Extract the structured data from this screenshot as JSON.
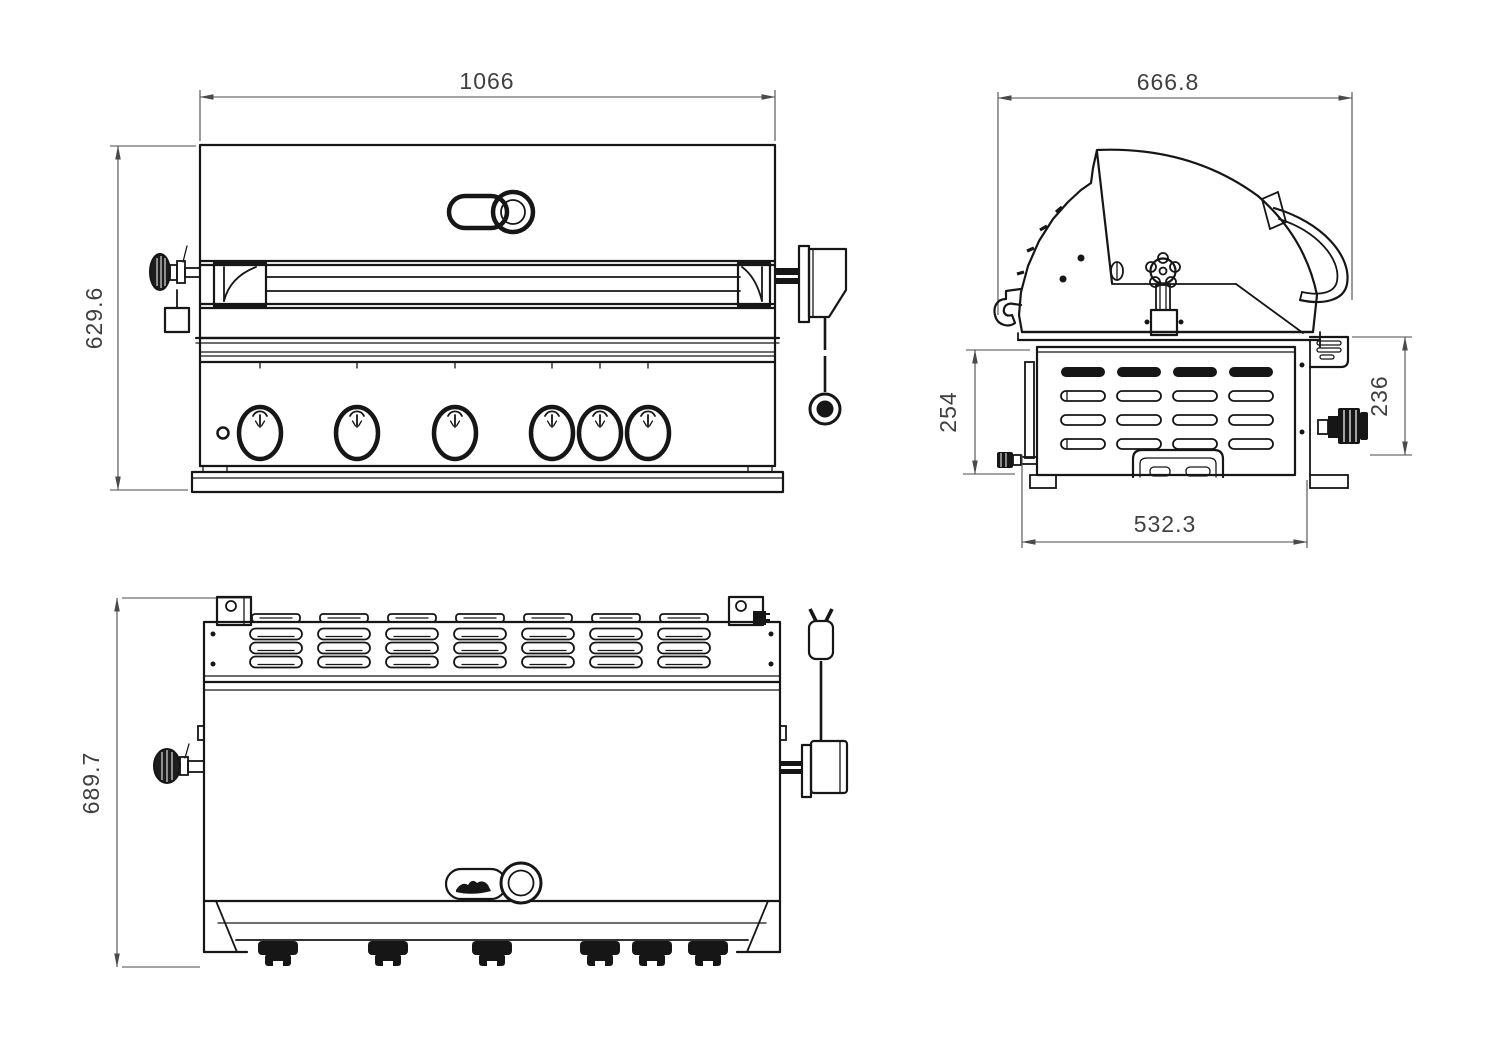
{
  "drawing": {
    "front_view": {
      "width_dim": "1066",
      "height_dim": "629.6"
    },
    "side_view": {
      "width_dim": "666.8",
      "firebox_height_dim": "254",
      "rear_height_dim": "236",
      "cutout_width_dim": "532.3"
    },
    "top_view": {
      "height_dim": "689.7"
    }
  }
}
